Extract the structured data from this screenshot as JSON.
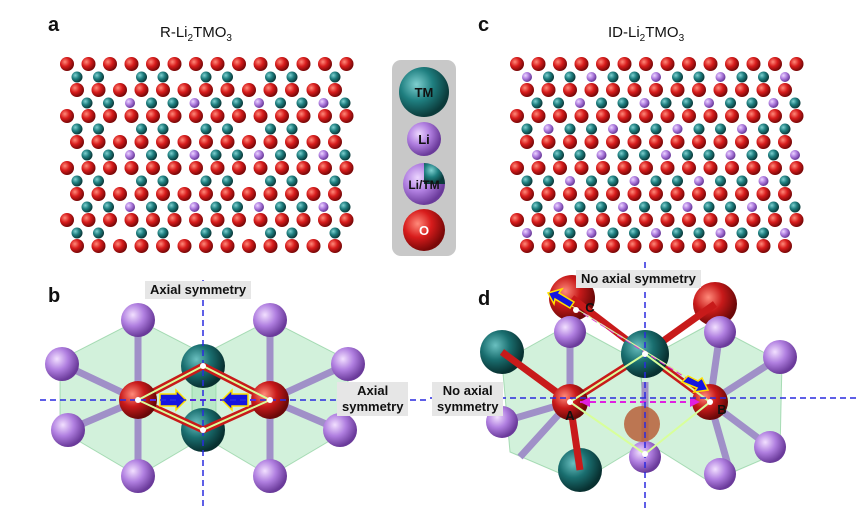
{
  "panels": {
    "a": {
      "letter": "a",
      "title_main": "R-Li",
      "title_sub": "2",
      "title_tail": "TMO",
      "title_sub2": "3"
    },
    "b": {
      "letter": "b",
      "label_top": "Axial symmetry",
      "label_right_1": "Axial",
      "label_right_2": "symmetry"
    },
    "c": {
      "letter": "c",
      "title_main": "ID-Li",
      "title_sub": "2",
      "title_tail": "TMO",
      "title_sub2": "3"
    },
    "d": {
      "letter": "d",
      "label_top": "No axial symmetry",
      "label_left_1": "No axial",
      "label_left_2": "symmetry",
      "site_a": "A",
      "site_b": "B",
      "site_c": "C"
    }
  },
  "legend": {
    "items": [
      {
        "label": "TM",
        "color": "#1f7f80"
      },
      {
        "label": "Li",
        "color": "#b07fe0"
      },
      {
        "label": "Li/TM",
        "color": "#6a8fa0"
      },
      {
        "label": "O",
        "color": "#d81c1c"
      }
    ]
  },
  "colors": {
    "tm": "#1f7f80",
    "li": "#b07fe0",
    "o": "#d81c1c",
    "axis": "#2a2adf",
    "arrow": "#1414e0",
    "path": "#e020e0"
  }
}
